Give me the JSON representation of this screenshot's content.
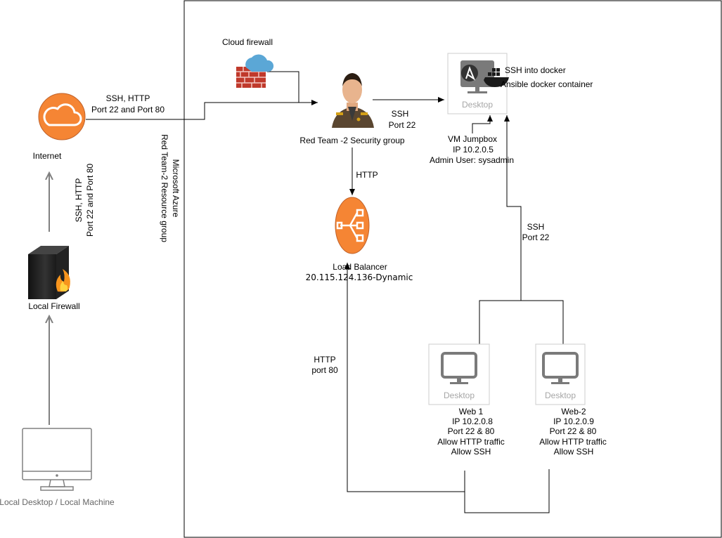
{
  "labels": {
    "cloud_firewall": "Cloud firewall",
    "internet": "Internet",
    "internet_link_l1": "SSH, HTTP",
    "internet_link_l2": "Port 22 and Port 80",
    "firewall_link_l1": "SSH, HTTP",
    "firewall_link_l2": "Port 22 and Port 80",
    "local_firewall": "Local Firewall",
    "local_machine": "Local Desktop / Local Machine",
    "azure_l1": "Microsoft Azure",
    "azure_l2": "Red Team-2 Resource group",
    "security_group": "Red Team -2 Security group",
    "sg_to_jump_l1": "SSH",
    "sg_to_jump_l2": "Port 22",
    "sg_to_lb": "HTTP",
    "load_balancer_l1": "Load Balancer",
    "load_balancer_l2": "20.115.124.136-Dynamic",
    "desktop": "Desktop",
    "ssh_into_docker": "SSH into docker",
    "ansible_container": "Ansible docker container",
    "jumpbox_l1": "VM Jumpbox",
    "jumpbox_l2": "IP 10.2.0.5",
    "jumpbox_l3": "Admin User: sysadmin",
    "web_to_jump_l1": "SSH",
    "web_to_jump_l2": "Port 22",
    "http_back_l1": "HTTP",
    "http_back_l2": "port 80"
  },
  "web_servers": [
    {
      "name": "Web 1",
      "ip": "IP 10.2.0.8",
      "ports": "Port 22 & 80",
      "rule1": "Allow HTTP traffic",
      "rule2": "Allow SSH"
    },
    {
      "name": "Web-2",
      "ip": "IP 10.2.0.9",
      "ports": "Port 22 & 80",
      "rule1": "Allow HTTP traffic",
      "rule2": "Allow SSH"
    }
  ],
  "colors": {
    "orange": "#f58534",
    "line": "#000000",
    "gray_arrow": "#808080",
    "monitor": "#666666",
    "cloud_blue": "#5ba7d6",
    "firewall_red": "#c0392b"
  }
}
